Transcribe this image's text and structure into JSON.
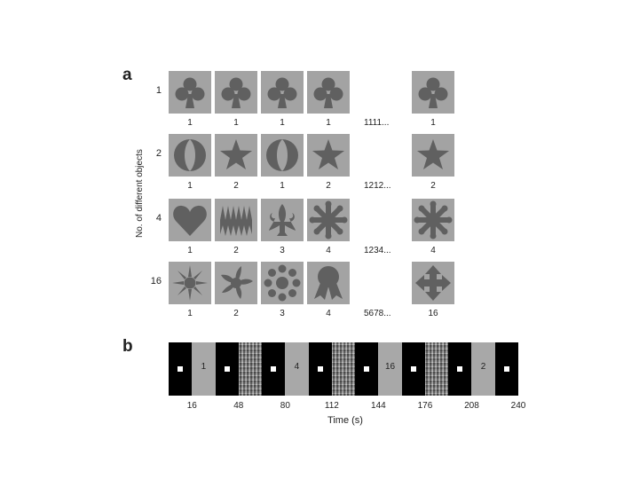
{
  "panel_a": {
    "label": "a",
    "ylabel": "No. of different objects",
    "rows": [
      {
        "n": "1",
        "icons": [
          "club-icon",
          "club-icon",
          "club-icon",
          "club-icon"
        ],
        "numbers": [
          "1",
          "1",
          "1",
          "1"
        ],
        "sequence": "1111...",
        "target_icon": "club-icon",
        "target_number": "1"
      },
      {
        "n": "2",
        "icons": [
          "ball-icon",
          "star-icon",
          "ball-icon",
          "star-icon"
        ],
        "numbers": [
          "1",
          "2",
          "1",
          "2"
        ],
        "sequence": "1212...",
        "target_icon": "star-icon",
        "target_number": "2"
      },
      {
        "n": "4",
        "icons": [
          "heart-icon",
          "zigzag-icon",
          "fleur-de-lis-icon",
          "snowflake-icon"
        ],
        "numbers": [
          "1",
          "2",
          "3",
          "4"
        ],
        "sequence": "1234...",
        "target_icon": "snowflake-icon",
        "target_number": "4"
      },
      {
        "n": "16",
        "icons": [
          "sun-icon",
          "pinwheel-icon",
          "flower-icon",
          "ribbon-icon"
        ],
        "numbers": [
          "1",
          "2",
          "3",
          "4"
        ],
        "sequence": "5678...",
        "target_icon": "cross-arrows-icon",
        "target_number": "16"
      }
    ]
  },
  "panel_b": {
    "label": "b",
    "blocks": [
      {
        "type": "black"
      },
      {
        "type": "gray",
        "label": "1"
      },
      {
        "type": "black"
      },
      {
        "type": "noise"
      },
      {
        "type": "black"
      },
      {
        "type": "gray",
        "label": "4"
      },
      {
        "type": "black"
      },
      {
        "type": "noise"
      },
      {
        "type": "black"
      },
      {
        "type": "gray",
        "label": "16"
      },
      {
        "type": "black"
      },
      {
        "type": "noise"
      },
      {
        "type": "black"
      },
      {
        "type": "gray",
        "label": "2"
      },
      {
        "type": "black"
      }
    ],
    "ticks": [
      "16",
      "48",
      "80",
      "112",
      "144",
      "176",
      "208",
      "240"
    ],
    "xlabel": "Time (s)"
  }
}
